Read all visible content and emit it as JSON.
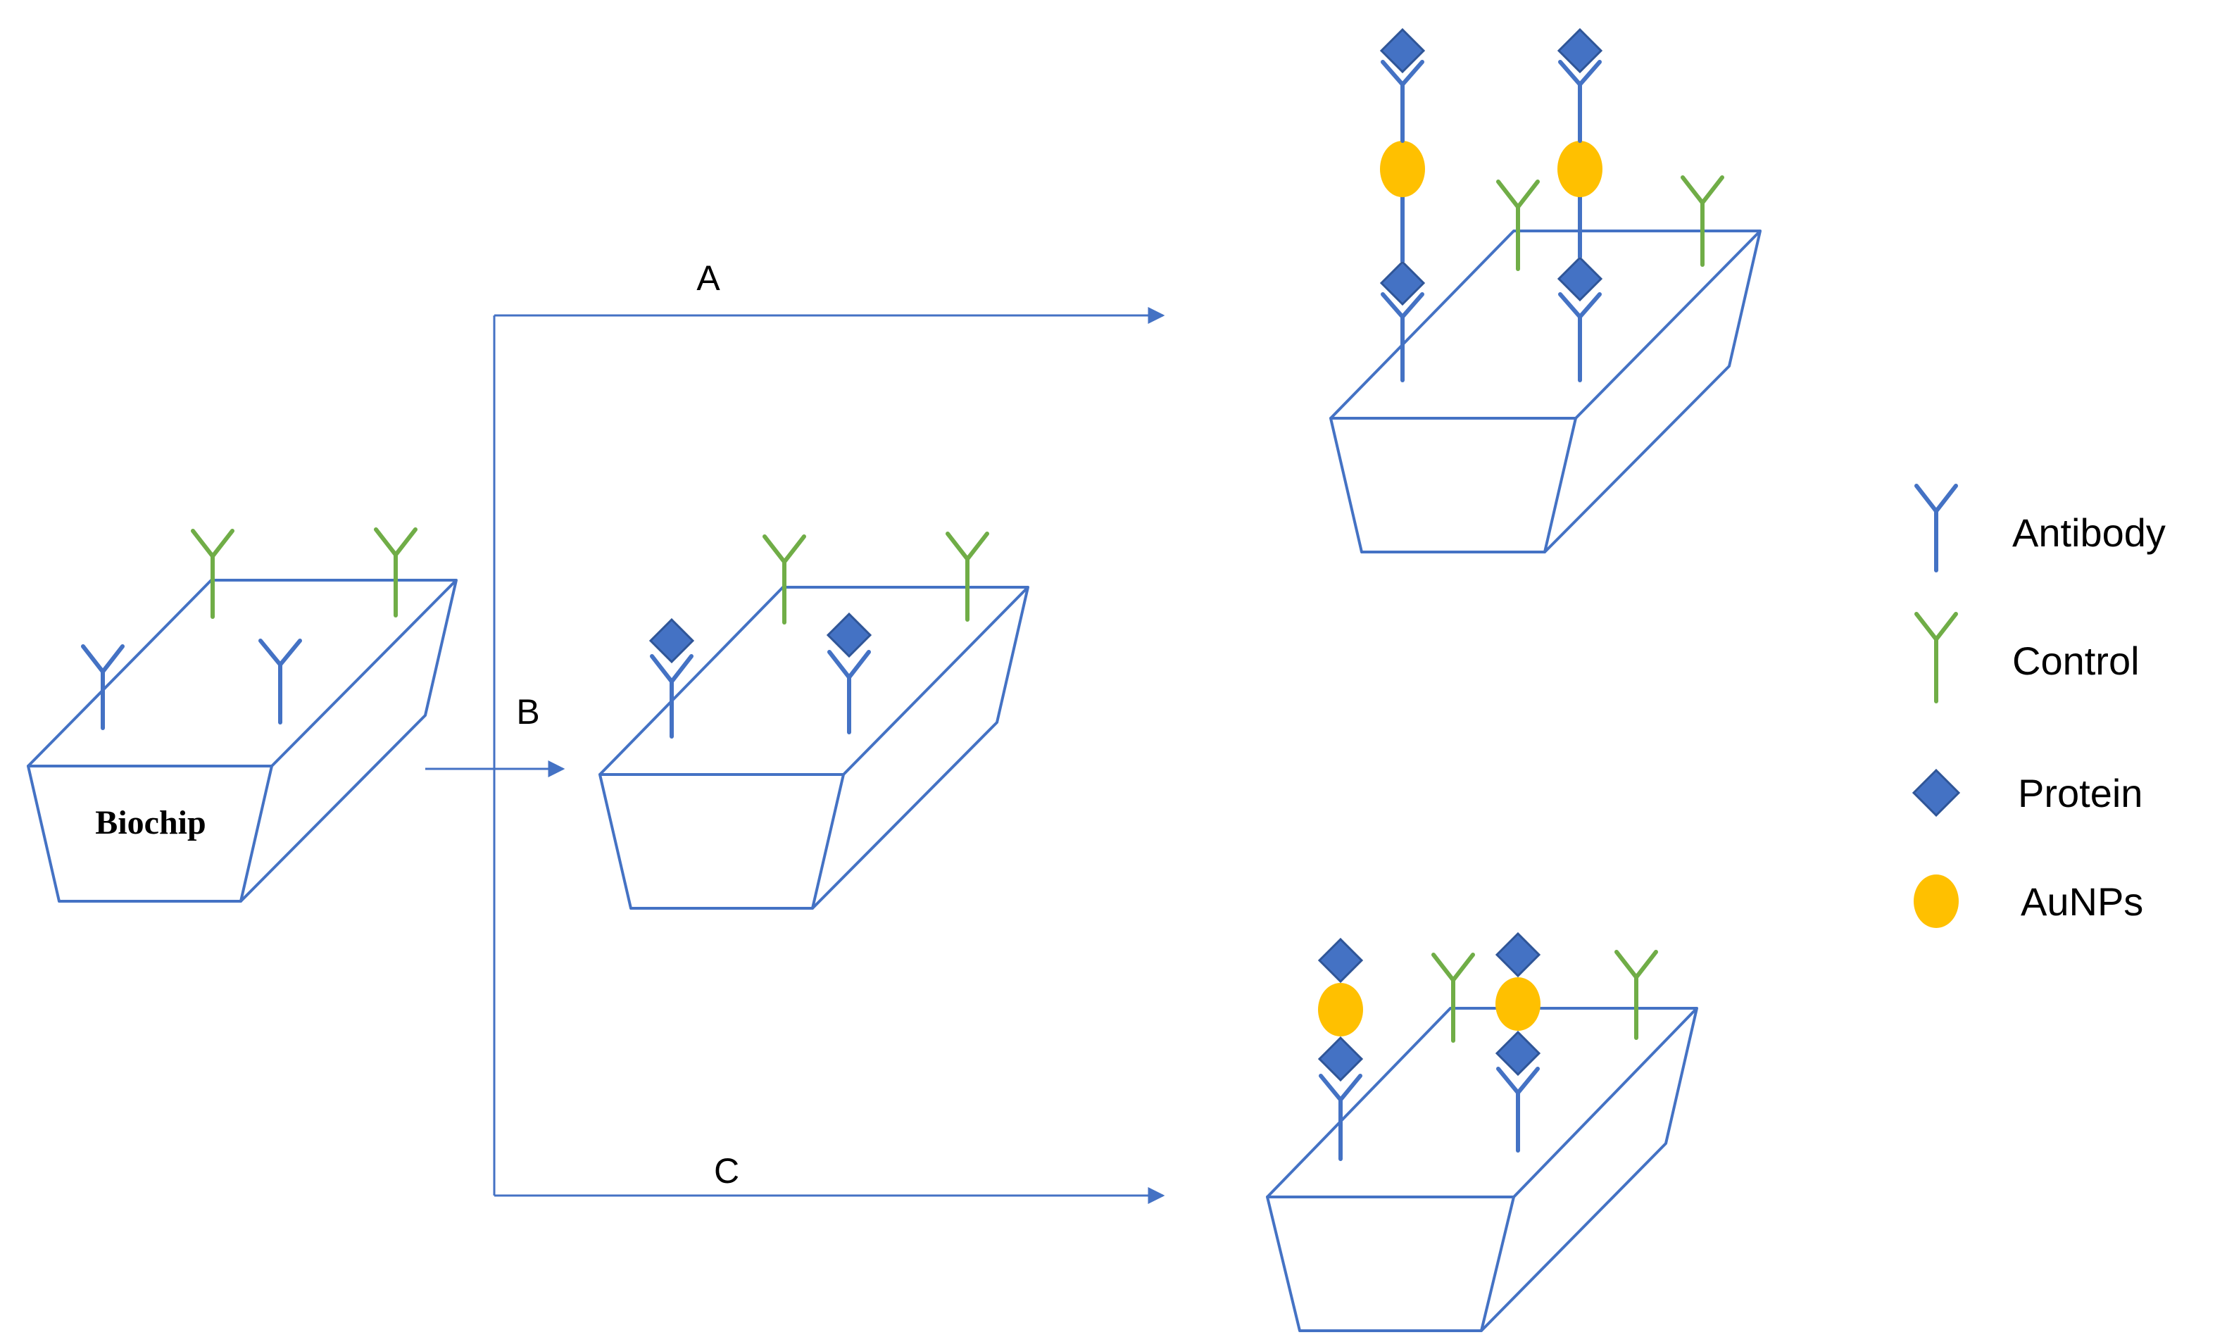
{
  "colors": {
    "line": "#4472c4",
    "antibody": "#4472c4",
    "control": "#70ad47",
    "protein_fill": "#4472c4",
    "protein_stroke": "#2f5597",
    "aunp": "#ffc000"
  },
  "chip": {
    "label": "Biochip"
  },
  "paths": {
    "a": "A",
    "b": "B",
    "c": "C"
  },
  "legend": {
    "antibody": "Antibody",
    "control": "Control",
    "protein": "Protein",
    "aunps": "AuNPs"
  }
}
